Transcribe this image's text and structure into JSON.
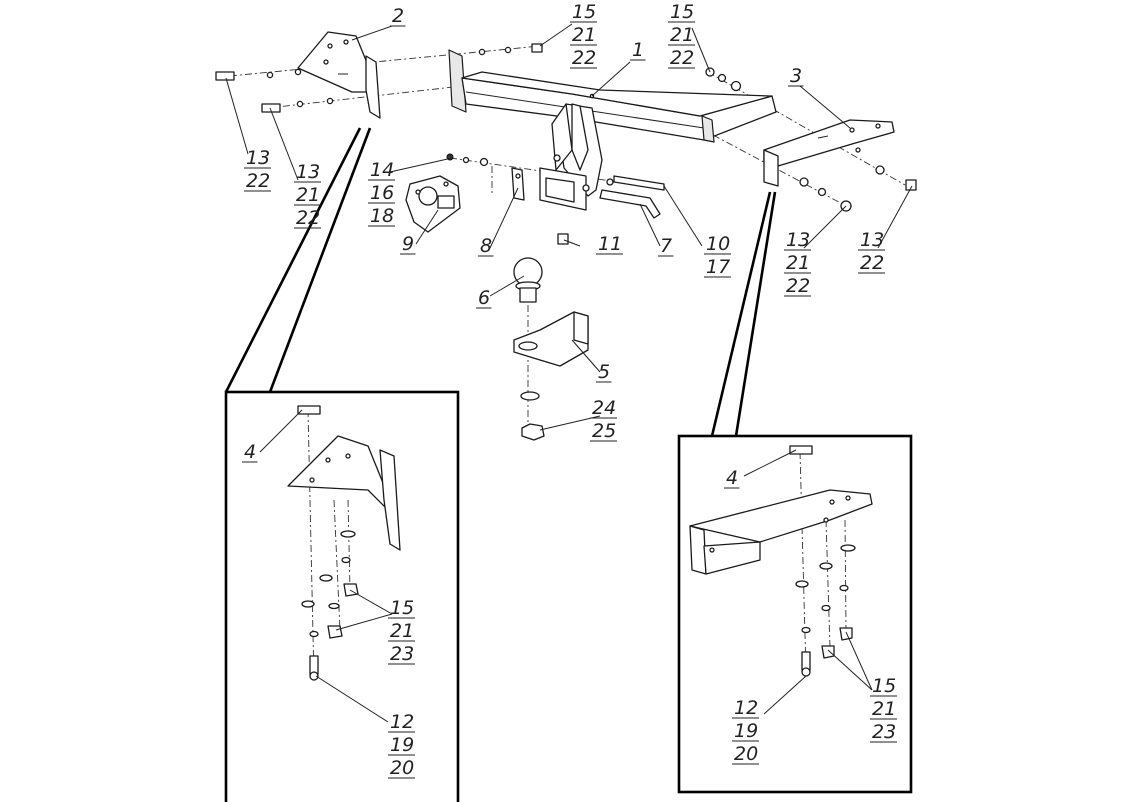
{
  "callouts": {
    "c1": [
      "1"
    ],
    "c2": [
      "2"
    ],
    "c3": [
      "3"
    ],
    "c4a": [
      "4"
    ],
    "c4b": [
      "4"
    ],
    "c5": [
      "5"
    ],
    "c6": [
      "6"
    ],
    "c7": [
      "7"
    ],
    "c8": [
      "8"
    ],
    "c9": [
      "9"
    ],
    "c10": [
      "10",
      "17"
    ],
    "c11": [
      "11"
    ],
    "c12a": [
      "12",
      "19",
      "20"
    ],
    "c12b": [
      "12",
      "19",
      "20"
    ],
    "c13a": [
      "13",
      "22"
    ],
    "c13b": [
      "13",
      "21",
      "22"
    ],
    "c13c": [
      "13",
      "21",
      "22"
    ],
    "c13d": [
      "13",
      "22"
    ],
    "c14": [
      "14",
      "16",
      "18"
    ],
    "c15a": [
      "15",
      "21",
      "22"
    ],
    "c15b": [
      "15",
      "21",
      "22"
    ],
    "c15c": [
      "15",
      "21",
      "23"
    ],
    "c15d": [
      "15",
      "21",
      "23"
    ],
    "c24": [
      "24",
      "25"
    ]
  }
}
